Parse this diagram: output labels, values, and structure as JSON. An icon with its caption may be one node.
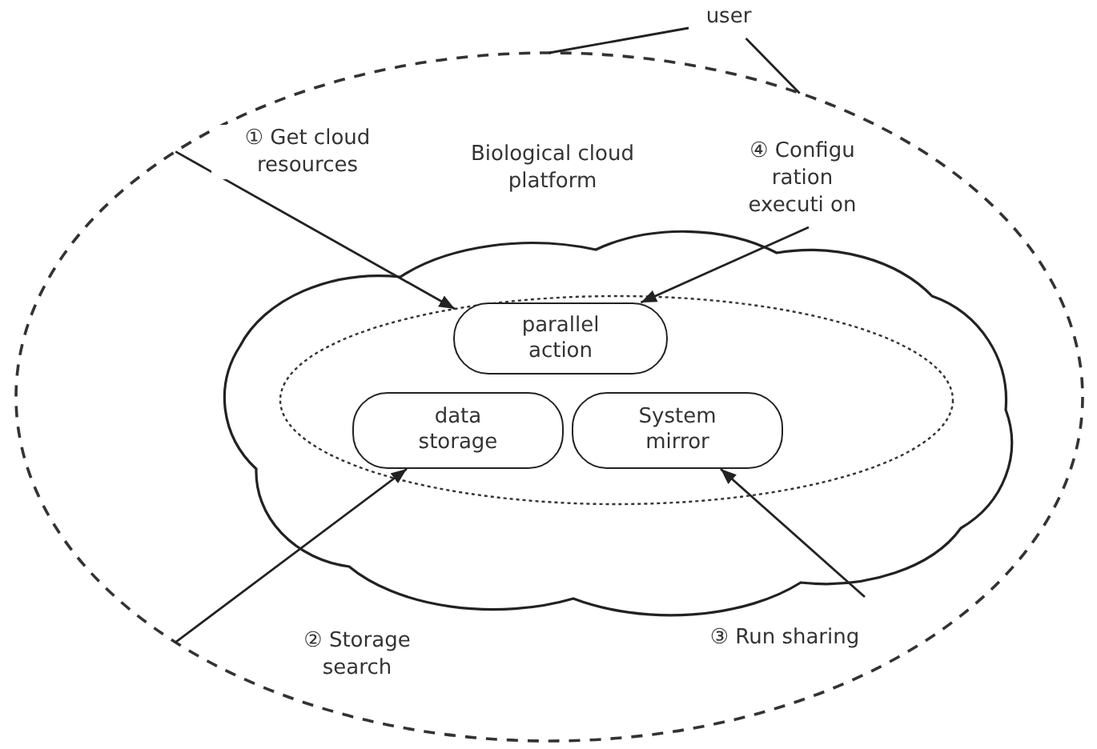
{
  "diagram": {
    "nodes": [
      {
        "text": [
          "user"
        ]
      },
      {
        "text": [],
        "shape": "ellipse"
      },
      {
        "text": [
          "Biological cloud platform"
        ],
        "in": 1
      },
      {
        "text": [],
        "shape": "ellipse",
        "in": 2
      },
      {
        "text": [
          "parallel action"
        ],
        "in": 3
      },
      {
        "text": [
          "data storage"
        ],
        "in": 3
      },
      {
        "text": [
          "System mirror"
        ],
        "in": 3
      }
    ],
    "edges": [
      {
        "from": 0,
        "to": 1,
        "arrow": "none"
      },
      {
        "from": 0,
        "to": 1,
        "arrow": "none"
      },
      {
        "from": 1,
        "to": 3,
        "arrow": "to",
        "label": "① Get cloud resources"
      },
      {
        "from": 1,
        "to": 5,
        "arrow": "to",
        "label": "② Storage search"
      },
      {
        "from": null,
        "to": 6,
        "arrow": "to",
        "label": "③ Run sharing"
      },
      {
        "from": null,
        "to": 4,
        "arrow": "to",
        "label": "④ Configu ration executi on"
      }
    ]
  }
}
